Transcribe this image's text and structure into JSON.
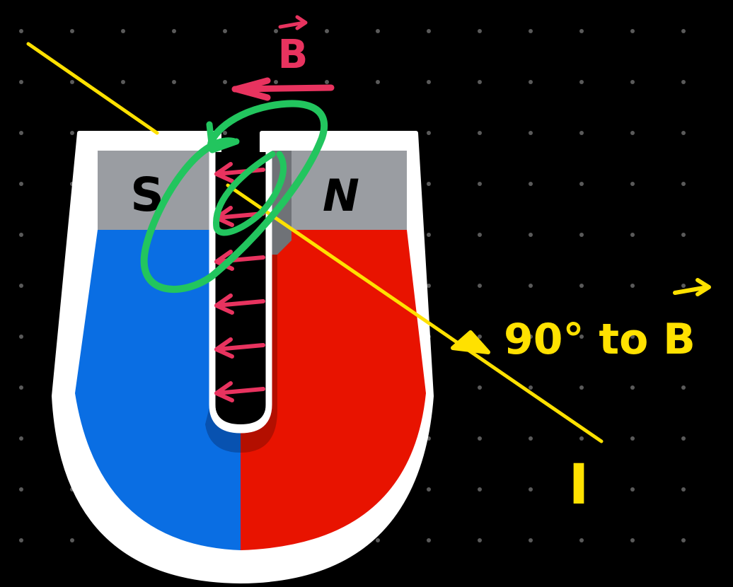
{
  "colors": {
    "background": "#000000",
    "grid_dot": "#5a5a5a",
    "south_pole": "#0a6ee3",
    "north_pole": "#e81300",
    "pole_cap": "#9a9da2",
    "outline": "#ffffff",
    "wire": "#ffe100",
    "field": "#e8335f",
    "loop": "#22c55e",
    "text_dark": "#000000"
  },
  "magnet": {
    "south_label": "S",
    "north_label": "N"
  },
  "field_label": {
    "letter": "B",
    "arrow_icon": "vector-arrow-icon"
  },
  "wire_label": {
    "current": "I"
  },
  "angle_note": {
    "text": "90° to B"
  },
  "field_arrow_count": 6
}
